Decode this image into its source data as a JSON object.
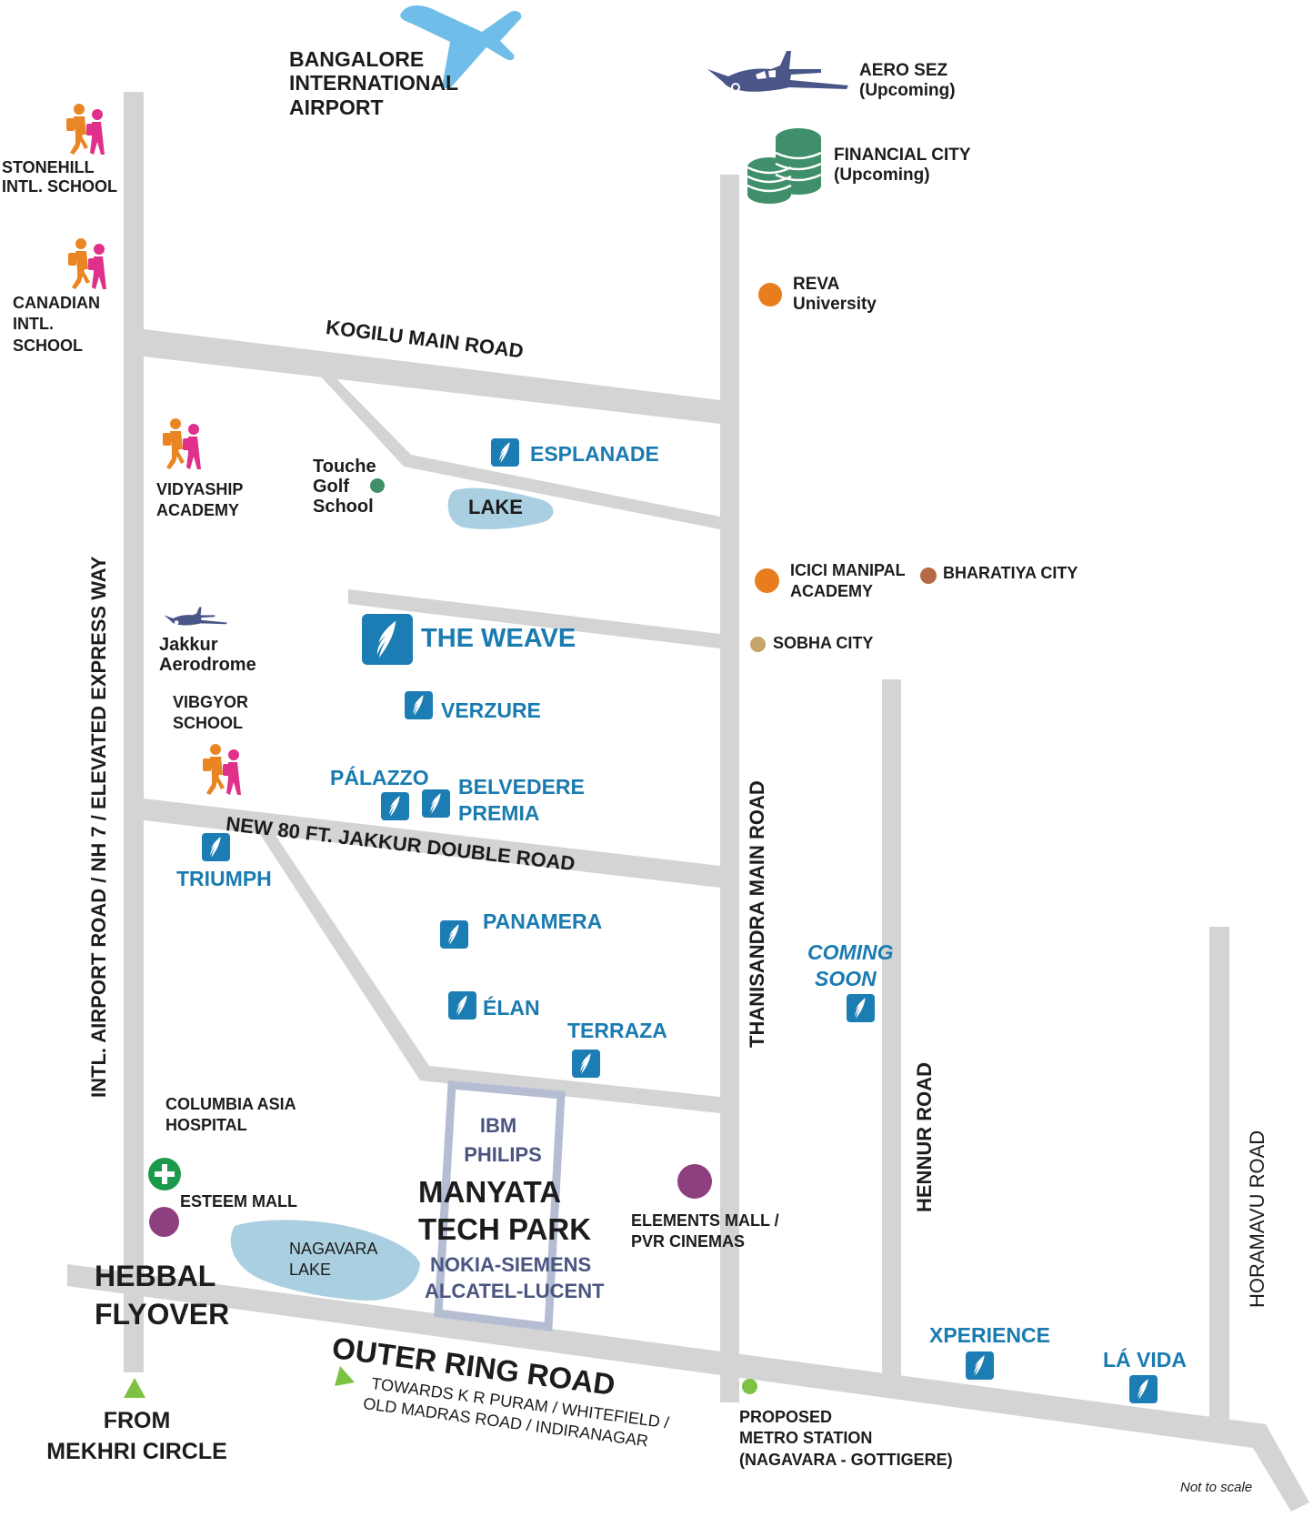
{
  "map": {
    "colors": {
      "road": "#d4d4d4",
      "project_blue": "#1b7db3",
      "lake": "#a9cfe0",
      "airport_plane": "#6fbde8",
      "small_plane": "#4b5688",
      "coins": "#3f8f6b",
      "school_orange": "#e98523",
      "school_pink": "#e0308a",
      "manyata_border": "#b5bdd3",
      "manyata_text": "#4a5580",
      "mall_purple": "#8e3f7f",
      "hospital_green": "#1a9a4a",
      "metro_green": "#7dc243",
      "reva_orange": "#e87d1e",
      "bharatiya": "#b56a45",
      "sobha": "#c6a46a",
      "golf_green": "#3f8f6b"
    },
    "roads": {
      "airport_road": "INTL. AIRPORT ROAD / NH 7 / ELEVATED EXPRESS WAY",
      "kogilu": "KOGILU MAIN ROAD",
      "jakkur": "NEW 80 FT. JAKKUR DOUBLE ROAD",
      "thanisandra": "THANISANDRA MAIN ROAD",
      "hennur": "HENNUR ROAD",
      "horamavu": "HORAMAVU ROAD",
      "outer_ring": "OUTER RING ROAD",
      "towards_line1": "TOWARDS K R PURAM / WHITEFIELD /",
      "towards_line2": "OLD MADRAS ROAD / INDIRANAGAR"
    },
    "landmarks": {
      "airport": [
        "BANGALORE",
        "INTERNATIONAL",
        "AIRPORT"
      ],
      "aero_sez": [
        "AERO SEZ",
        "(Upcoming)"
      ],
      "financial_city": [
        "FINANCIAL CITY",
        "(Upcoming)"
      ],
      "reva": [
        "REVA",
        "University"
      ],
      "stonehill": [
        "STONEHILL",
        "INTL. SCHOOL"
      ],
      "canadian": [
        "CANADIAN",
        "INTL.",
        "SCHOOL"
      ],
      "vidyaship": [
        "VIDYASHIP",
        "ACADEMY"
      ],
      "touche": [
        "Touche",
        "Golf",
        "School"
      ],
      "lake": "LAKE",
      "icici": [
        "ICICI MANIPAL",
        "ACADEMY"
      ],
      "bharatiya": "BHARATIYA CITY",
      "sobha": "SOBHA CITY",
      "jakkur_aerodrome": [
        "Jakkur",
        "Aerodrome"
      ],
      "vibgyor": [
        "VIBGYOR",
        "SCHOOL"
      ],
      "columbia": [
        "COLUMBIA ASIA",
        "HOSPITAL"
      ],
      "esteem": "ESTEEM MALL",
      "nagavara": [
        "NAGAVARA",
        "LAKE"
      ],
      "hebbal": [
        "HEBBAL",
        "FLYOVER"
      ],
      "mekhri": [
        "FROM",
        "MEKHRI CIRCLE"
      ],
      "manyata": {
        "title": [
          "MANYATA",
          "TECH PARK"
        ],
        "top": [
          "IBM",
          "PHILIPS"
        ],
        "bottom": [
          "NOKIA-SIEMENS",
          "ALCATEL-LUCENT"
        ]
      },
      "elements": [
        "ELEMENTS MALL /",
        "PVR CINEMAS"
      ],
      "metro": [
        "PROPOSED",
        "METRO STATION",
        "(NAGAVARA - GOTTIGERE)"
      ]
    },
    "projects": {
      "esplanade": "ESPLANADE",
      "weave": "THE WEAVE",
      "verzure": "VERZURE",
      "palazzo": "PÁLAZZO",
      "belvedere": [
        "BELVEDERE",
        "PREMIA"
      ],
      "triumph": "TRIUMPH",
      "panamera": "PANAMERA",
      "elan": "ÉLAN",
      "terraza": "TERRAZA",
      "coming_soon": [
        "COMING",
        "SOON"
      ],
      "xperience": "XPERIENCE",
      "la_vida": "LÁ VIDA"
    },
    "footer_note": "Not to scale"
  }
}
